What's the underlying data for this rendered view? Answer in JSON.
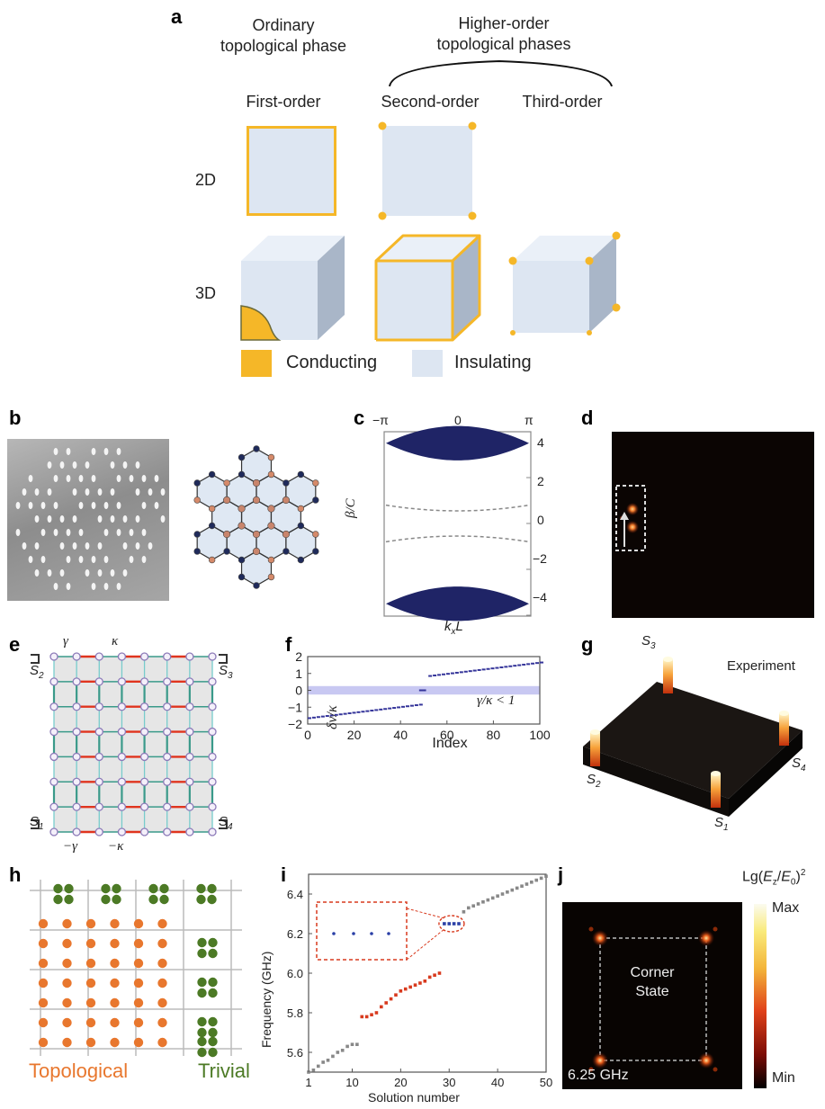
{
  "panel_labels": [
    "a",
    "b",
    "c",
    "d",
    "e",
    "f",
    "g",
    "h",
    "i",
    "j"
  ],
  "a": {
    "ordinary_line1": "Ordinary",
    "ordinary_line2": "topological phase",
    "higher_line1": "Higher-order",
    "higher_line2": "topological phases",
    "col_first": "First-order",
    "col_second": "Second-order",
    "col_third": "Third-order",
    "row_2d": "2D",
    "row_3d": "3D",
    "legend_conducting": "Conducting",
    "legend_insulating": "Insulating",
    "colors": {
      "conducting": "#f5b728",
      "insulating": "#dde6f2",
      "side": "#a9b6c8"
    }
  },
  "c": {
    "top_ticks": [
      "−π",
      "0",
      "π"
    ],
    "y_ticks": [
      "4",
      "2",
      "0",
      "−2",
      "−4"
    ],
    "ylabel": "β/C",
    "xlabel_k": "k",
    "xlabel_sub": "x",
    "xlabel_L": "L",
    "band_color": "#1f2466"
  },
  "e": {
    "gamma": "γ",
    "kappa": "κ",
    "neg_gamma": "−γ",
    "neg_kappa": "−κ",
    "s_label": "S",
    "s1": "1",
    "s2": "2",
    "s3": "3",
    "s4": "4"
  },
  "f": {
    "ylabel": "δν/κ",
    "xlabel": "Index",
    "annotation": "γ/κ < 1",
    "x_ticks": [
      "0",
      "20",
      "40",
      "60",
      "80",
      "100"
    ],
    "y_ticks": [
      "2",
      "1",
      "0",
      "−1",
      "−2"
    ]
  },
  "g": {
    "label": "Experiment",
    "s_label": "S",
    "s1": "1",
    "s2": "2",
    "s3": "3",
    "s4": "4"
  },
  "h": {
    "topological": "Topological",
    "trivial": "Trivial",
    "colors": {
      "topological": "#e8772e",
      "trivial": "#4c7a25"
    }
  },
  "i": {
    "ylabel": "Frequency (GHz)",
    "xlabel": "Solution number",
    "y_ticks": [
      "6.4",
      "6.2",
      "6.0",
      "5.8",
      "5.6"
    ],
    "x_ticks": [
      "1",
      "10",
      "20",
      "30",
      "40",
      "50"
    ]
  },
  "j": {
    "colorbar_title_pre": "Lg(",
    "colorbar_title_E": "E",
    "colorbar_title_z": "z",
    "colorbar_title_mid": "/",
    "colorbar_title_E0": "E",
    "colorbar_title_0": "0",
    "colorbar_title_post": ")",
    "colorbar_title_sup": "2",
    "max": "Max",
    "min": "Min",
    "center_line1": "Corner",
    "center_line2": "State",
    "freq": "6.25 GHz"
  },
  "chart_data": [
    {
      "type": "scatter",
      "panel": "f",
      "xlabel": "Index",
      "ylabel": "δν/κ",
      "xlim": [
        0,
        100
      ],
      "ylim": [
        -2,
        2
      ],
      "series": [
        {
          "x": [
            0,
            48
          ],
          "y": [
            -1.65,
            -0.85
          ]
        },
        {
          "x": [
            48,
            51
          ],
          "y": [
            0.0,
            0.0
          ]
        },
        {
          "x": [
            52,
            100
          ],
          "y": [
            0.85,
            1.65
          ]
        }
      ],
      "bandgap": [
        -0.25,
        0.25
      ]
    },
    {
      "type": "scatter",
      "panel": "i",
      "xlabel": "Solution number",
      "ylabel": "Frequency (GHz)",
      "xlim": [
        1,
        50
      ],
      "ylim": [
        5.5,
        6.5
      ],
      "series": [
        {
          "x": [
            1,
            2,
            3,
            4,
            5,
            6,
            7,
            8,
            9,
            10,
            11
          ],
          "y": [
            5.5,
            5.51,
            5.53,
            5.55,
            5.56,
            5.58,
            5.6,
            5.61,
            5.63,
            5.64,
            5.64
          ]
        },
        {
          "x": [
            12,
            13,
            14,
            15,
            16,
            17,
            18,
            19,
            20,
            21,
            22,
            23,
            24,
            25,
            26,
            27,
            28
          ],
          "y": [
            5.78,
            5.78,
            5.79,
            5.8,
            5.83,
            5.85,
            5.87,
            5.89,
            5.91,
            5.92,
            5.93,
            5.94,
            5.95,
            5.96,
            5.98,
            5.99,
            6.0
          ]
        },
        {
          "x": [
            29,
            30,
            31,
            32
          ],
          "y": [
            6.25,
            6.25,
            6.25,
            6.25
          ]
        },
        {
          "x": [
            33,
            34,
            35,
            36,
            37,
            38,
            39,
            40,
            41,
            42,
            43,
            44,
            45,
            46,
            47,
            48,
            49,
            50
          ],
          "y": [
            6.31,
            6.33,
            6.34,
            6.35,
            6.36,
            6.37,
            6.38,
            6.39,
            6.4,
            6.41,
            6.42,
            6.43,
            6.44,
            6.45,
            6.46,
            6.47,
            6.48,
            6.49
          ]
        }
      ]
    }
  ]
}
